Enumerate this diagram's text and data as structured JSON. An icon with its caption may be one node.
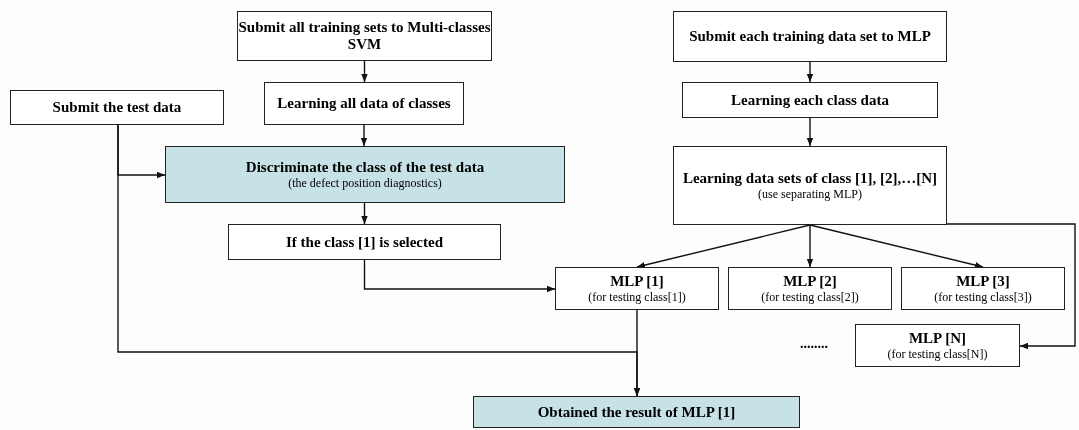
{
  "diagram": {
    "nodes": [
      {
        "text": [
          "Submit all training sets to Multi-classes SVM"
        ]
      },
      {
        "text": [
          "Submit each training data set to MLP"
        ]
      },
      {
        "text": [
          "Submit the test data"
        ]
      },
      {
        "text": [
          "Learning all data of classes"
        ]
      },
      {
        "text": [
          "Learning each class data"
        ]
      },
      {
        "text": [
          "Discriminate the class of the test data",
          "(the defect position diagnostics)"
        ]
      },
      {
        "text": [
          "Learning data sets of class [1], [2],…[N]",
          "(use separating MLP)"
        ]
      },
      {
        "text": [
          "If the class [1] is selected"
        ]
      },
      {
        "text": [
          "MLP [1]",
          "(for testing class[1])"
        ]
      },
      {
        "text": [
          "MLP [2]",
          "(for testing class[2])"
        ]
      },
      {
        "text": [
          "MLP [3]",
          "(for testing class[3])"
        ]
      },
      {
        "text": [
          "MLP [N]",
          "(for testing class[N])"
        ]
      },
      {
        "text": [
          "Obtained the result of  MLP [1]"
        ]
      }
    ],
    "edges": [
      {
        "from": 0,
        "to": 3,
        "arrow": "to"
      },
      {
        "from": 3,
        "to": 5,
        "arrow": "to"
      },
      {
        "from": 1,
        "to": 4,
        "arrow": "to"
      },
      {
        "from": 4,
        "to": 6,
        "arrow": "to"
      },
      {
        "from": 6,
        "to": 8,
        "arrow": "to"
      },
      {
        "from": 6,
        "to": 9,
        "arrow": "to"
      },
      {
        "from": 6,
        "to": 10,
        "arrow": "to"
      },
      {
        "from": 5,
        "to": 7,
        "arrow": "to"
      },
      {
        "from": 7,
        "to": 8,
        "arrow": "to"
      },
      {
        "from": 2,
        "to": 5,
        "arrow": "to"
      },
      {
        "from": 2,
        "to": 12,
        "arrow": "to"
      },
      {
        "from": 8,
        "to": 12,
        "arrow": "to"
      },
      {
        "from": 6,
        "to": 11,
        "arrow": "to"
      }
    ],
    "labels": [
      "........"
    ]
  }
}
